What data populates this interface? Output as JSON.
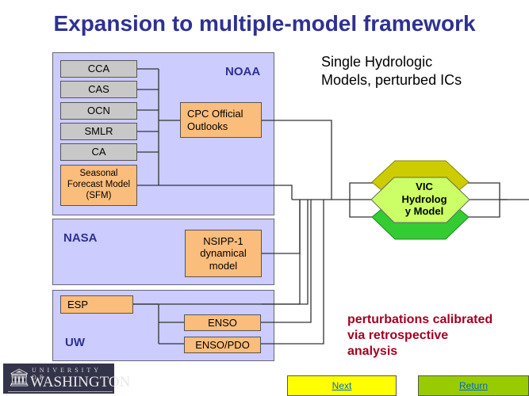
{
  "title": "Expansion to multiple-model framework",
  "groups": {
    "noaa": {
      "label": "NOAA",
      "models": [
        "CCA",
        "CAS",
        "OCN",
        "SMLR",
        "CA"
      ],
      "sfm": "Seasonal Forecast Model (SFM)",
      "cpc": "CPC Official Outlooks"
    },
    "nasa": {
      "label": "NASA",
      "nsipp": "NSIPP-1 dynamical model"
    },
    "uw": {
      "label": "UW",
      "esp": "ESP",
      "enso": "ENSO",
      "enso_pdo": "ENSO/PDO"
    }
  },
  "annotation_top": [
    "Single Hydrologic",
    "Models, perturbed ICs"
  ],
  "vic_model": [
    "VIC",
    "Hydrolog",
    "y Model"
  ],
  "annotation_bottom": [
    "perturbations calibrated",
    "via retrospective",
    "analysis"
  ],
  "logo": {
    "line1": "UNIVERSITY OF",
    "line2": "WASHINGTON",
    "icon": "column-icon"
  },
  "nav": {
    "next": "Next",
    "return": "Return"
  },
  "colors": {
    "title": "#2e3192",
    "group_fill": "#ccccff",
    "model_box": "#c8c8c8",
    "highlight_box": "#fbbd7c",
    "vic_top": "#cccc00",
    "vic_mid": "#ccff66",
    "vic_bottom": "#33cc33",
    "annotation_red": "#a50021",
    "next_button": "#ffff00",
    "return_button": "#99cc00"
  }
}
